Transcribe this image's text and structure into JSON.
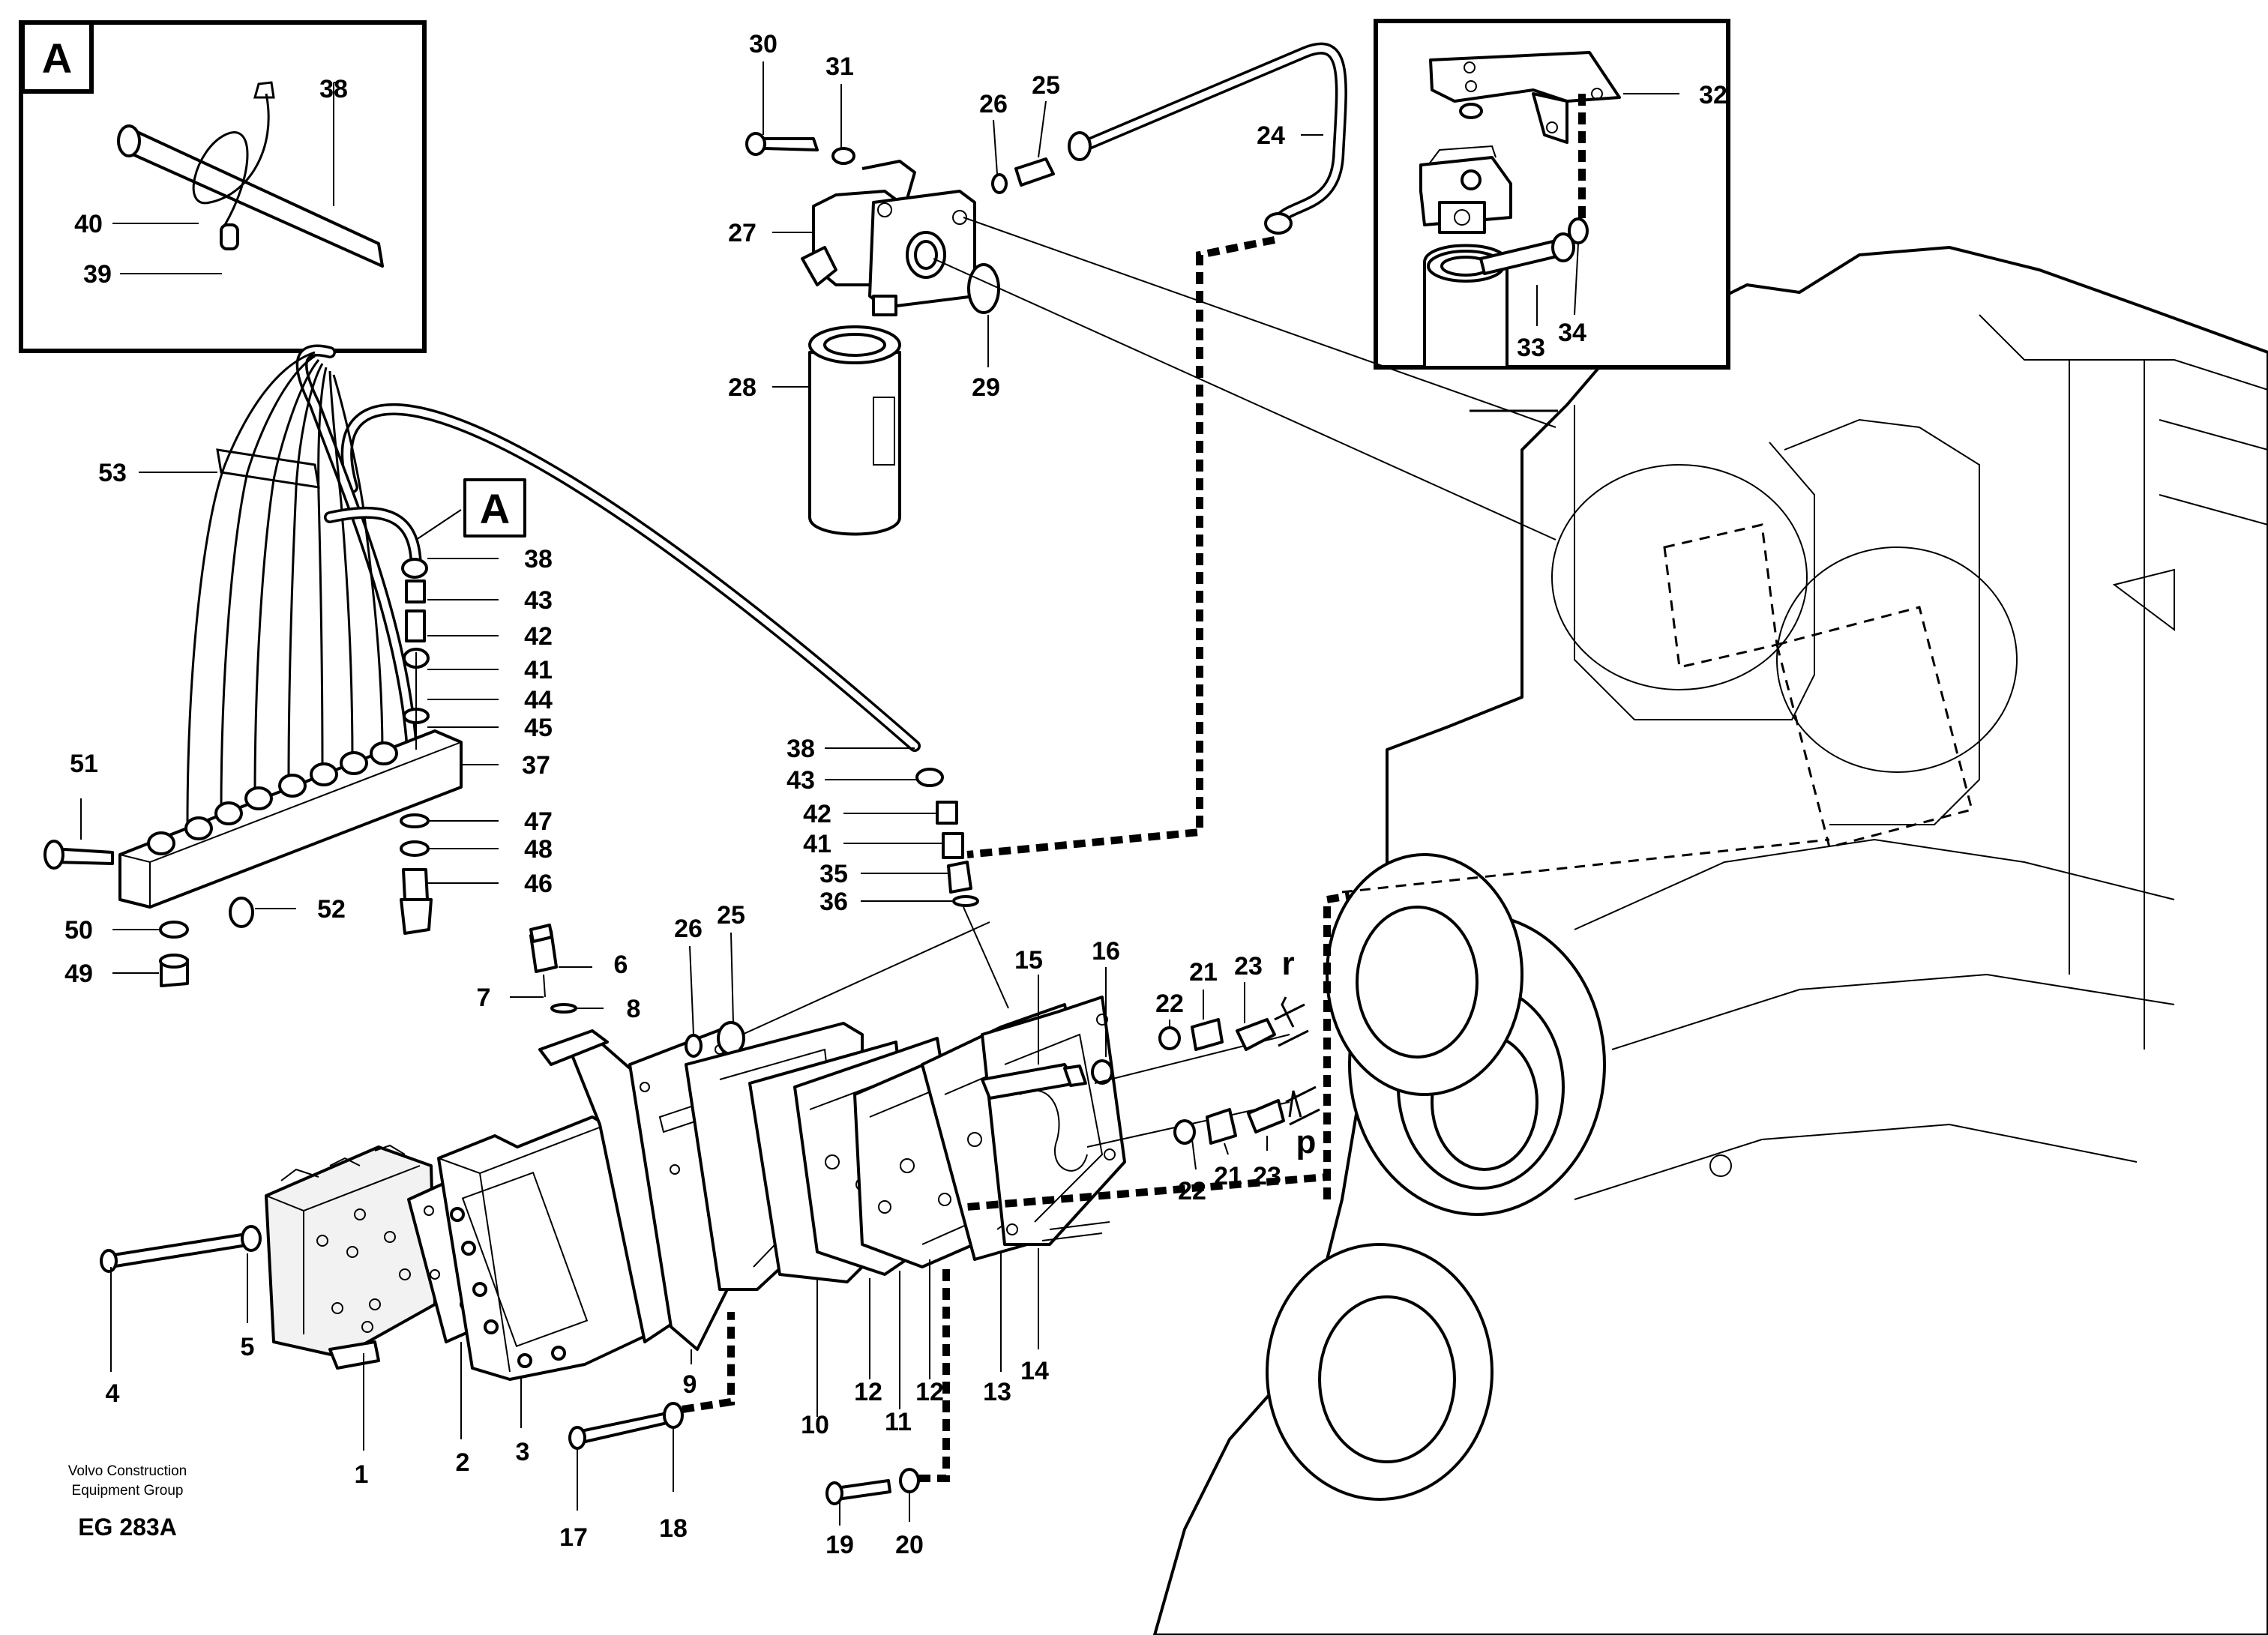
{
  "diagram": {
    "inset_a_box_label": "A",
    "inset_a_callouts": [
      "38",
      "40",
      "39"
    ],
    "main_a_box_label": "A",
    "filter_callouts": [
      "30",
      "31",
      "26",
      "25",
      "24",
      "27",
      "28",
      "29"
    ],
    "bracket_callouts": [
      "32",
      "33",
      "34"
    ],
    "harness_callouts": [
      "53",
      "38",
      "43",
      "42",
      "41",
      "44",
      "45",
      "37",
      "47",
      "48",
      "46",
      "51",
      "50",
      "52",
      "49"
    ],
    "pipe_callouts": [
      "38",
      "43",
      "42",
      "41",
      "35",
      "36"
    ],
    "valve_callouts_top": [
      "26",
      "25",
      "15",
      "16",
      "22",
      "21",
      "23",
      "6",
      "7",
      "8",
      "22",
      "21",
      "23"
    ],
    "valve_callouts_bottom": [
      "4",
      "5",
      "1",
      "2",
      "3",
      "9",
      "10",
      "11",
      "12",
      "12",
      "13",
      "14",
      "17",
      "18",
      "19",
      "20"
    ],
    "flow_labels": [
      "r",
      "p"
    ],
    "footer_line1": "Volvo Construction",
    "footer_line2": "Equipment Group",
    "drawing_id": "EG 283A"
  }
}
